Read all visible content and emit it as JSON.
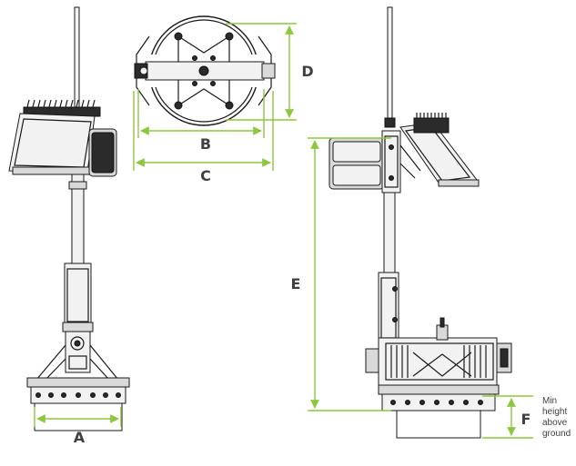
{
  "dimensions": {
    "A": "A",
    "B": "B",
    "C": "C",
    "D": "D",
    "E": "E",
    "F": "F"
  },
  "note": {
    "line1": "Min",
    "line2": "height",
    "line3": "above",
    "line4": "ground"
  },
  "colors": {
    "dimension_line": "#8dc63f",
    "ink": "#1a1a1a",
    "label": "#404040"
  }
}
